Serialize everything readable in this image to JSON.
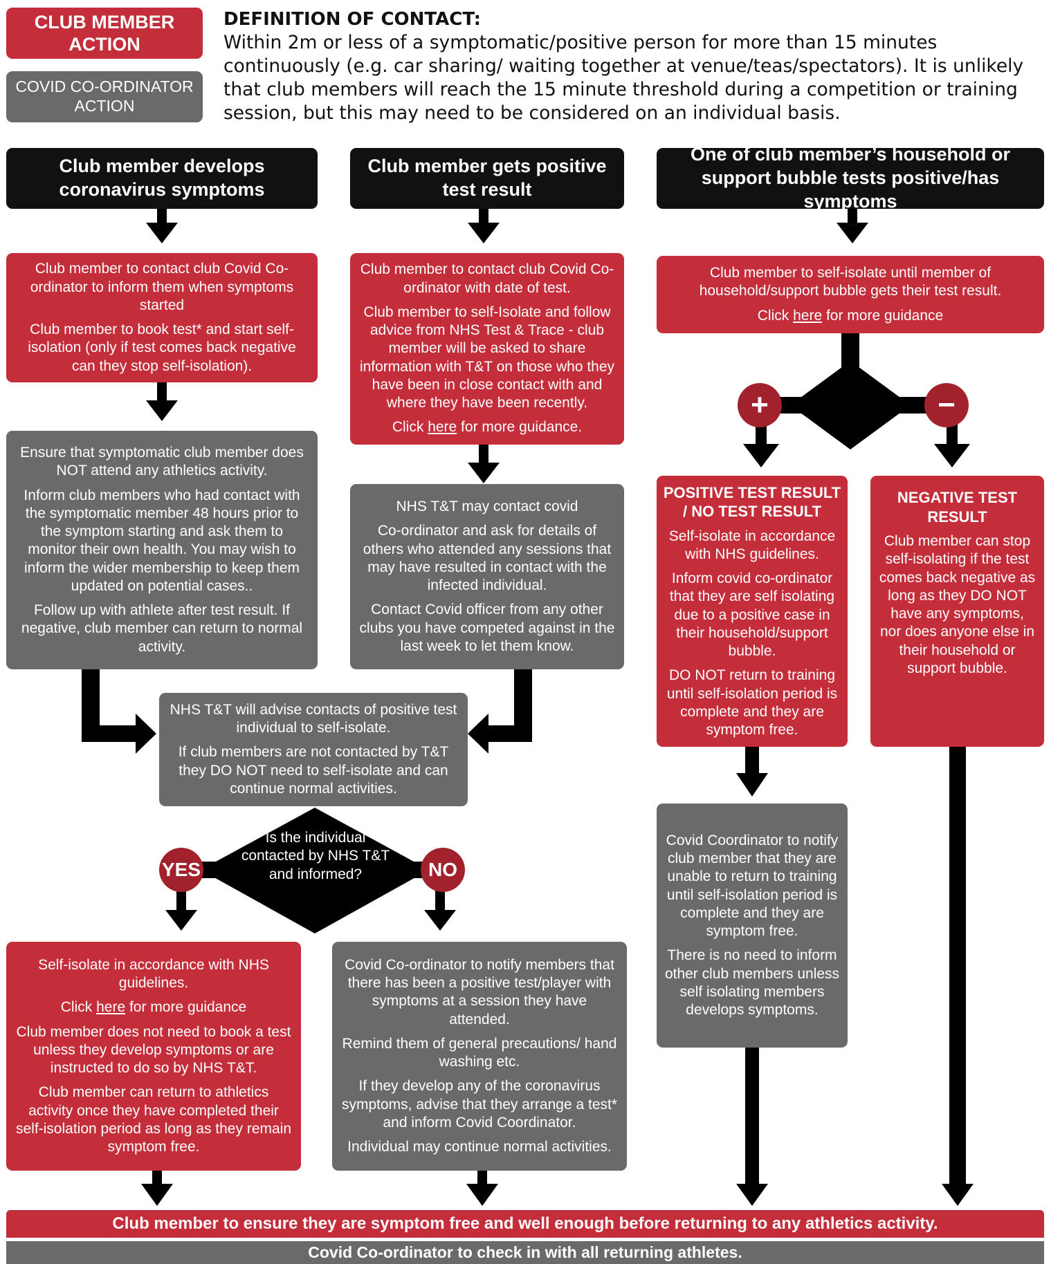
{
  "legend": {
    "club_member_action": "CLUB MEMBER ACTION",
    "coordinator_action": "COVID CO-ORDINATOR ACTION"
  },
  "definition": {
    "title": "DEFINITION OF CONTACT:",
    "text": "Within 2m or less of a symptomatic/positive person for more than 15 minutes continuously (e.g. car sharing/ waiting together at venue/teas/spectators). It is unlikely that club members will reach the 15 minute threshold during a competition or training session, but this may need to be considered on an individual basis."
  },
  "headers": {
    "symptoms": "Club member develops coronavirus symptoms",
    "positive": "Club member gets positive test result",
    "household": "One of club member’s household or support bubble tests positive/has symptoms"
  },
  "col1": {
    "contact_p1": "Club member to contact club Covid Co-ordinator to inform them when symptoms started",
    "contact_p2": "Club member to book test* and start self-isolation (only if test comes back negative can they stop self-isolation).",
    "ensure_p1": "Ensure that symptomatic club member does NOT attend any athletics activity.",
    "ensure_p2": "Inform club members who had contact with the symptomatic member 48 hours prior to the symptom starting and ask them to monitor their own health. You may wish to inform the wider membership to keep them updated on potential cases..",
    "ensure_p3": "Follow up with athlete after test result. If negative, club member can return to normal activity."
  },
  "col2": {
    "contact_p1": "Club member to contact club Covid Co-ordinator with date of test.",
    "contact_p2": "Club member to self-Isolate and follow advice from NHS Test & Trace - club member will be asked to share information with T&T on those who they have been in close contact with and where they have been recently.",
    "click_pre": "Click ",
    "here": "here",
    "click_post": " for more guidance.",
    "nhs_p1": "NHS T&T may contact covid",
    "nhs_p2": "Co-ordinator and ask for details of others who attended any sessions that may have resulted in contact with the infected individual.",
    "nhs_p3": "Contact Covid officer from any other clubs you have competed against in the last week to let them know."
  },
  "col3": {
    "isolate_p1": "Club member to self-isolate until member of household/support bubble gets their test result.",
    "click_pre": "Click ",
    "here": "here",
    "click_post": " for more guidance",
    "plus": "+",
    "minus": "−",
    "pos_title": "POSITIVE TEST RESULT / NO TEST RESULT",
    "pos_p1": "Self-isolate in accordance with NHS guidelines.",
    "pos_p2": "Inform covid co-ordinator that they are self isolating due to a positive case in their household/support bubble.",
    "pos_p3": "DO NOT return to training until self-isolation period is complete and they are symptom free.",
    "neg_title": "NEGATIVE TEST RESULT",
    "neg_p1": "Club member can stop self-isolating if the test comes back negative as long as they DO NOT have any symptoms, nor does anyone else in their household or support bubble.",
    "coord_p1": "Covid Coordinator to notify club member that they are unable to return to training until self-isolation period is complete and they are symptom free.",
    "coord_p2": "There is no need to inform other club members unless self isolating members develops symptoms."
  },
  "middle": {
    "advise_p1": "NHS T&T will advise contacts of positive test individual to self-isolate.",
    "advise_p2": "If club members are not contacted by T&T they DO NOT need to self-isolate and can continue normal activities.",
    "question": "Is the individual contacted by NHS T&T and informed?",
    "yes": "YES",
    "no": "NO",
    "yes_p1": "Self-isolate in accordance with NHS guidelines.",
    "click_pre": "Click ",
    "here": "here",
    "click_post": " for more guidance",
    "yes_p2": "Club member does not need to book a test unless they develop symptoms or are instructed to do so by NHS T&T.",
    "yes_p3": "Club member can return to athletics activity once they have completed their self-isolation period as long as they remain symptom free.",
    "no_p1": "Covid Co-ordinator to notify members that there has been a positive test/player with symptoms at a session they have attended.",
    "no_p2": "Remind them of general precautions/ hand washing etc.",
    "no_p3": "If they develop any of the coronavirus symptoms, advise that they arrange a test* and inform  Covid Coordinator.",
    "no_p4": "Individual may continue normal activities."
  },
  "footer": {
    "red": "Club member to ensure they are symptom free and well enough before returning to any athletics activity.",
    "grey": "Covid Co-ordinator to check in with all returning athletes."
  },
  "colors": {
    "red": "#c42d3a",
    "grey": "#6a6a6a",
    "dark_red": "#a1222c",
    "black": "#111111"
  }
}
